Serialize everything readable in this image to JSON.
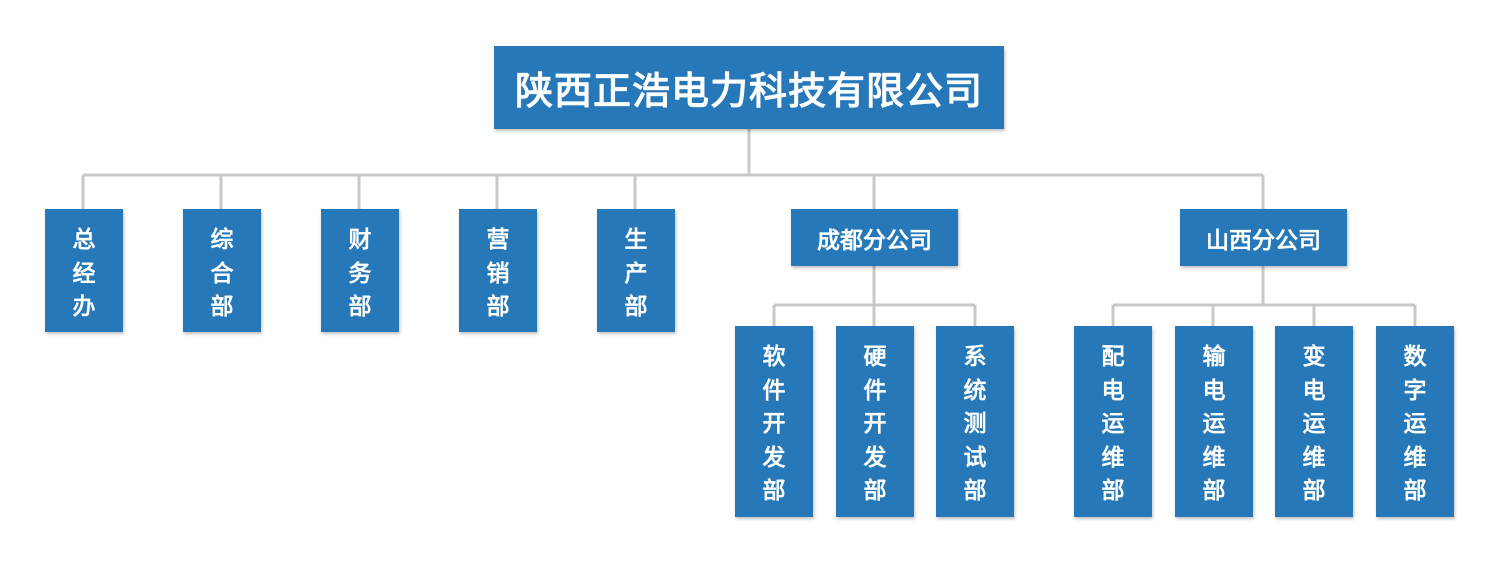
{
  "root": {
    "name": "陕西正浩电力科技有限公司"
  },
  "departments": [
    {
      "name": "总经办"
    },
    {
      "name": "综合部"
    },
    {
      "name": "财务部"
    },
    {
      "name": "营销部"
    },
    {
      "name": "生产部"
    }
  ],
  "branches": [
    {
      "name": "成都分公司",
      "children": [
        {
          "name": "软件开发部"
        },
        {
          "name": "硬件开发部"
        },
        {
          "name": "系统测试部"
        }
      ]
    },
    {
      "name": "山西分公司",
      "children": [
        {
          "name": "配电运维部"
        },
        {
          "name": "输电运维部"
        },
        {
          "name": "变电运维部"
        },
        {
          "name": "数字运维部"
        }
      ]
    }
  ],
  "colors": {
    "box_fill": "#2678b9",
    "box_text": "#ffffff",
    "connector": "#c8c8c8"
  }
}
